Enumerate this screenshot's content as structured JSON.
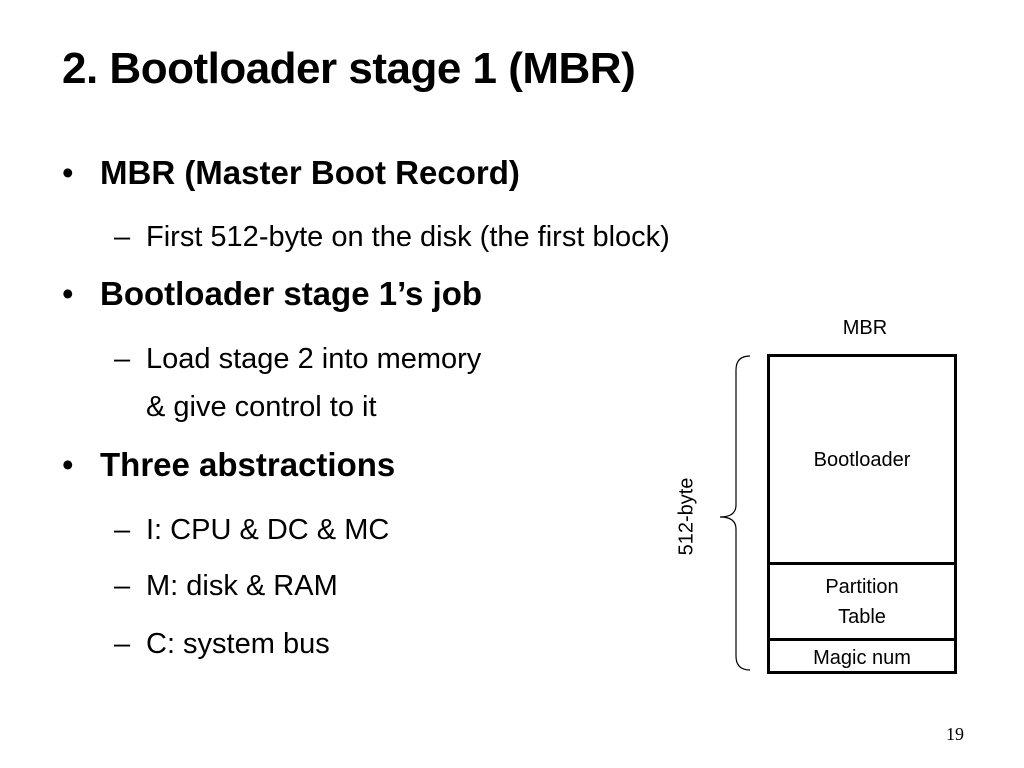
{
  "slide": {
    "title": "2. Bootloader stage 1 (MBR)",
    "bullets": [
      {
        "text": "MBR (Master Boot Record)",
        "subs": [
          {
            "lines": [
              "First 512-byte on the disk (the first block)"
            ]
          }
        ]
      },
      {
        "text": "Bootloader stage 1’s job",
        "subs": [
          {
            "lines": [
              "Load stage 2 into memory",
              "& give control to it"
            ]
          }
        ]
      },
      {
        "text": "Three abstractions",
        "subs": [
          {
            "lines": [
              "I: CPU & DC & MC"
            ]
          },
          {
            "lines": [
              "M: disk & RAM"
            ]
          },
          {
            "lines": [
              "C: system bus"
            ]
          }
        ]
      }
    ],
    "bullet_symbol": "•",
    "dash_symbol": "–",
    "page_number": "19"
  },
  "diagram": {
    "header": "MBR",
    "size_label": "512-byte",
    "sections": {
      "bootloader": "Bootloader",
      "partition_line1": "Partition",
      "partition_line2": "Table",
      "magic": "Magic num"
    }
  }
}
